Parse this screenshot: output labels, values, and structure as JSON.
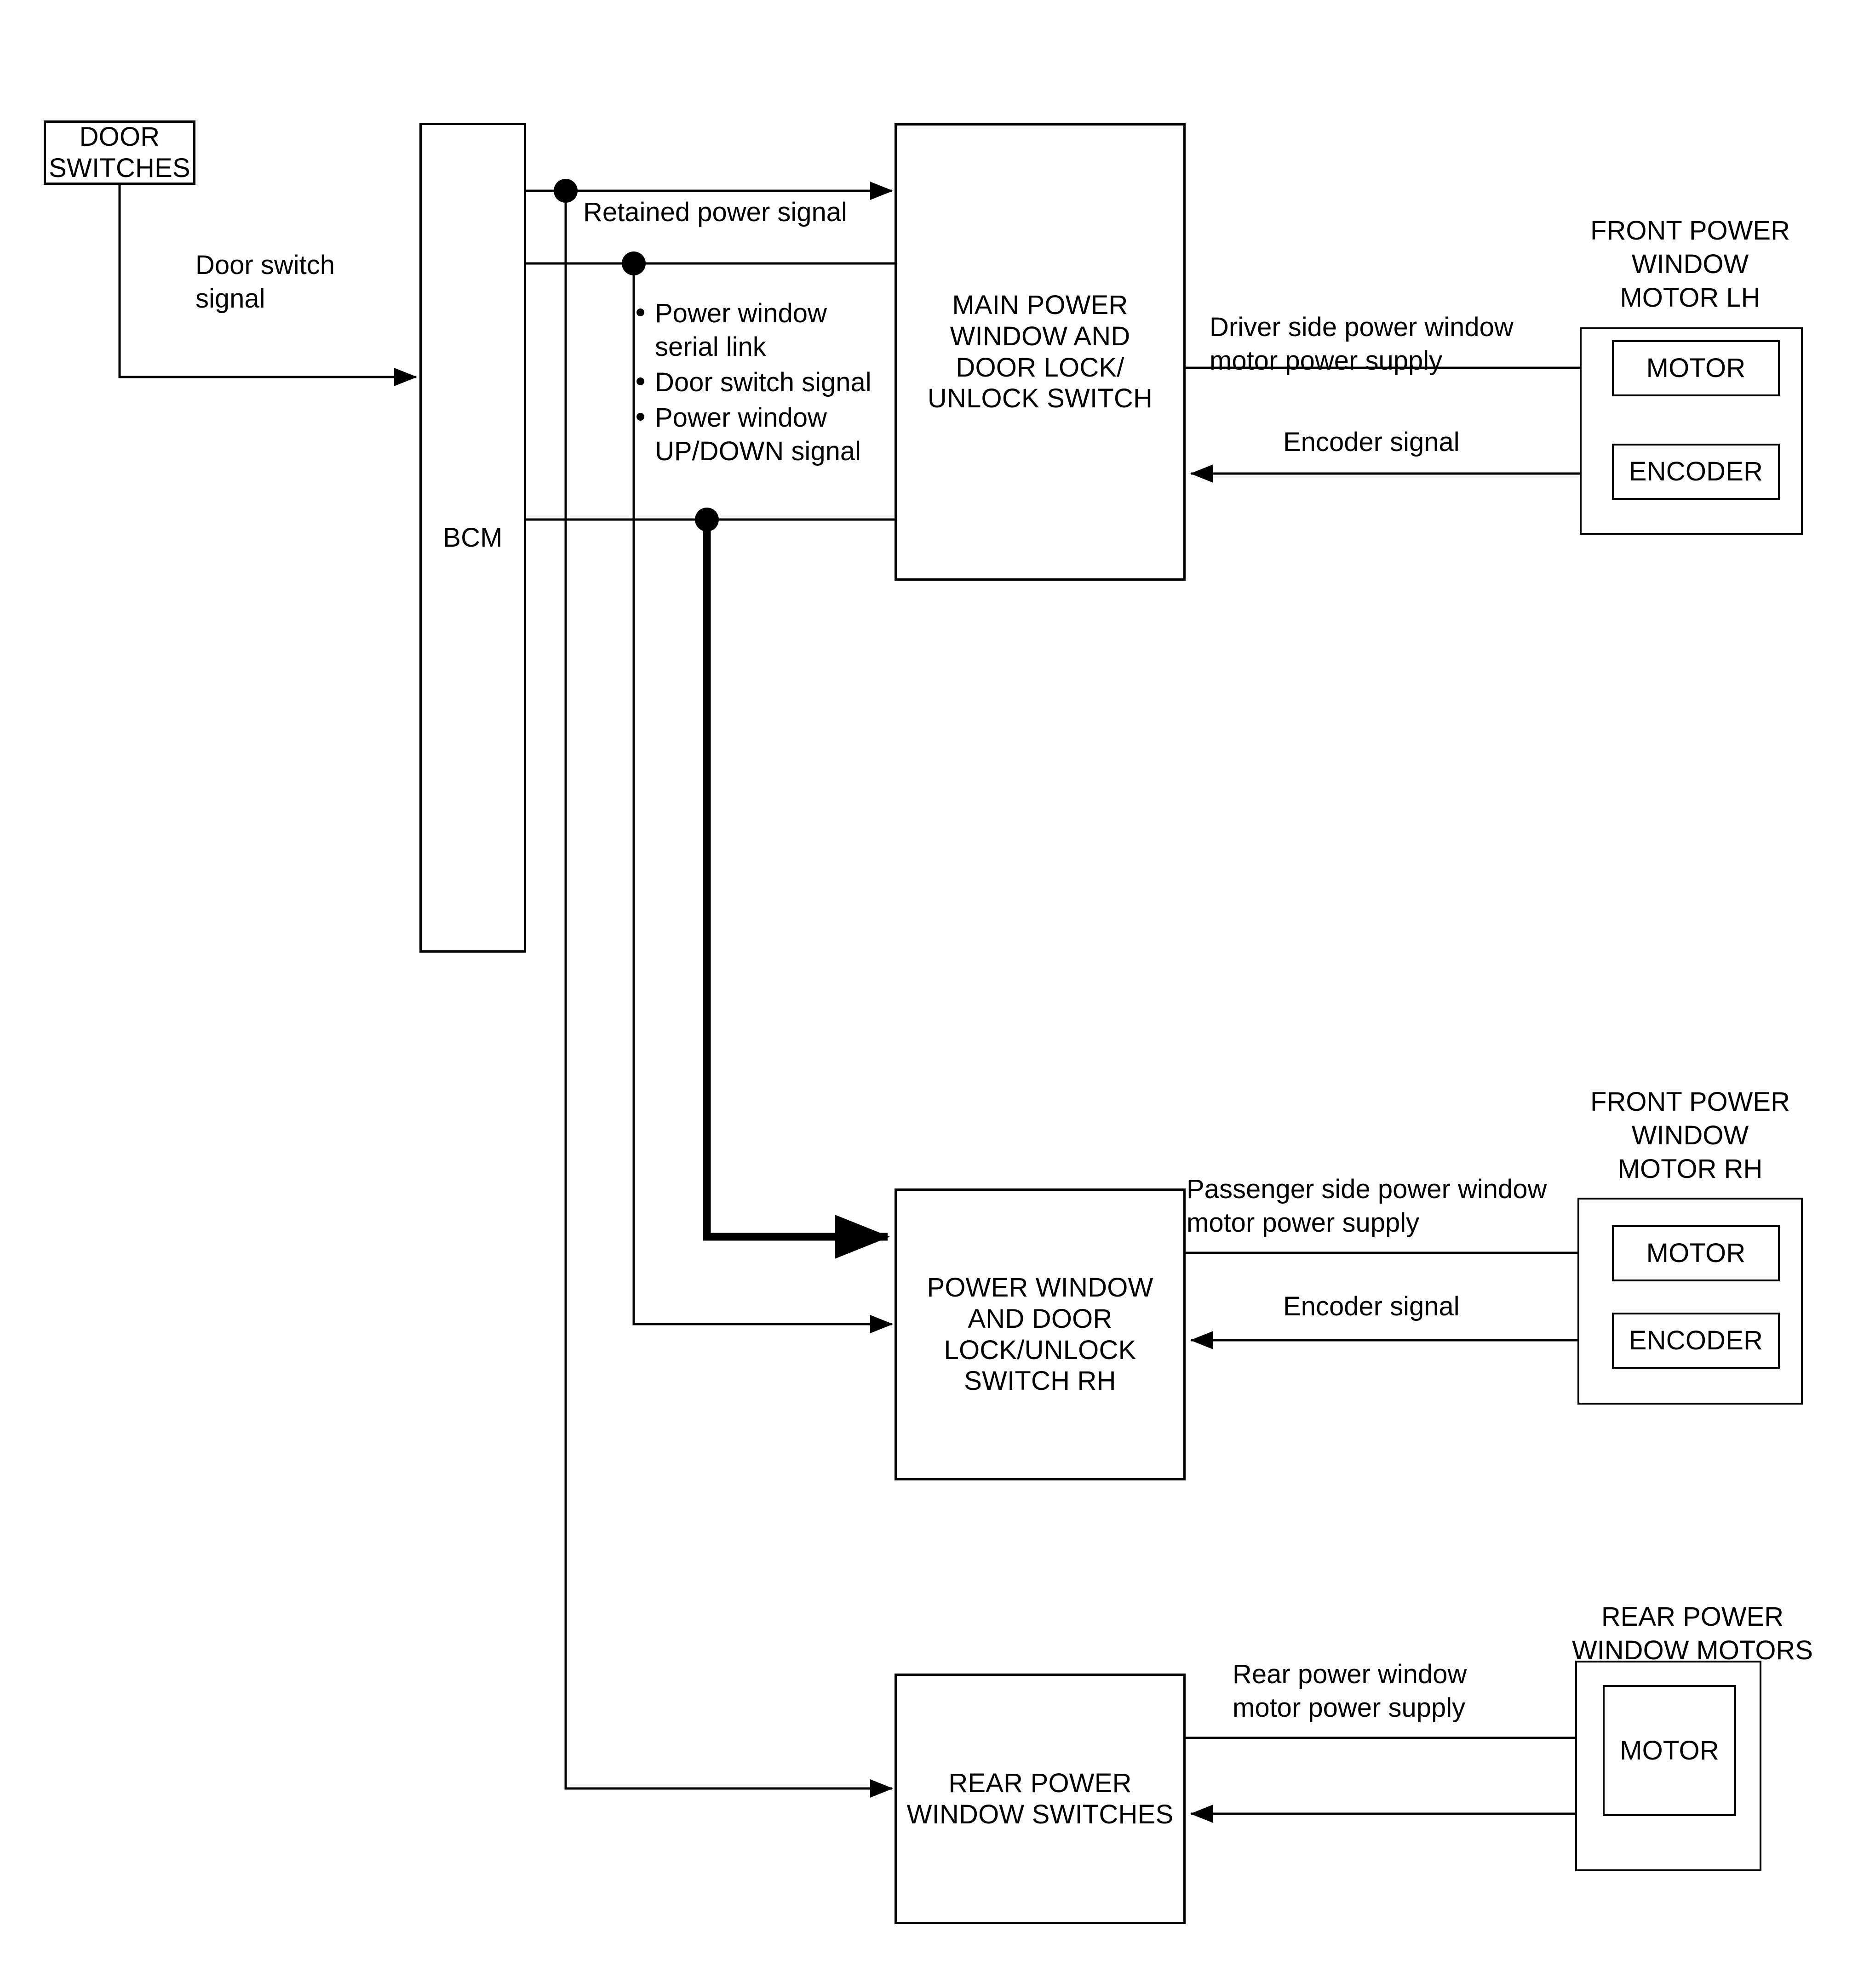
{
  "diagram": {
    "title": "Power window system block diagram",
    "line_color": "#000000",
    "background": "#ffffff"
  },
  "nodes": {
    "door_switches": {
      "label": "DOOR SWITCHES"
    },
    "bcm": {
      "label": "BCM"
    },
    "main_switch": {
      "label": "MAIN POWER\nWINDOW AND\nDOOR LOCK/\nUNLOCK SWITCH"
    },
    "rh_switch": {
      "label": "POWER WINDOW\nAND DOOR\nLOCK/UNLOCK\nSWITCH RH"
    },
    "rear_switches": {
      "label": "REAR POWER\nWINDOW SWITCHES"
    },
    "front_motor_lh": {
      "title": "FRONT POWER\nWINDOW\nMOTOR LH",
      "motor": "MOTOR",
      "encoder": "ENCODER"
    },
    "front_motor_rh": {
      "title": "FRONT POWER\nWINDOW\nMOTOR RH",
      "motor": "MOTOR",
      "encoder": "ENCODER"
    },
    "rear_motors": {
      "title": "REAR POWER\nWINDOW MOTORS",
      "motor": "MOTOR"
    }
  },
  "signals": {
    "door_switch_signal": "Door switch\nsignal",
    "retained_power_signal": "Retained power signal",
    "serial_bullets": [
      "Power window\nserial link",
      "Door switch signal",
      "Power window\nUP/DOWN signal"
    ],
    "driver_supply": "Driver side power window\nmotor power supply",
    "encoder_signal_lh": "Encoder signal",
    "passenger_supply": "Passenger side power window\nmotor power supply",
    "encoder_signal_rh": "Encoder signal",
    "rear_supply": "Rear power window\nmotor power supply"
  }
}
